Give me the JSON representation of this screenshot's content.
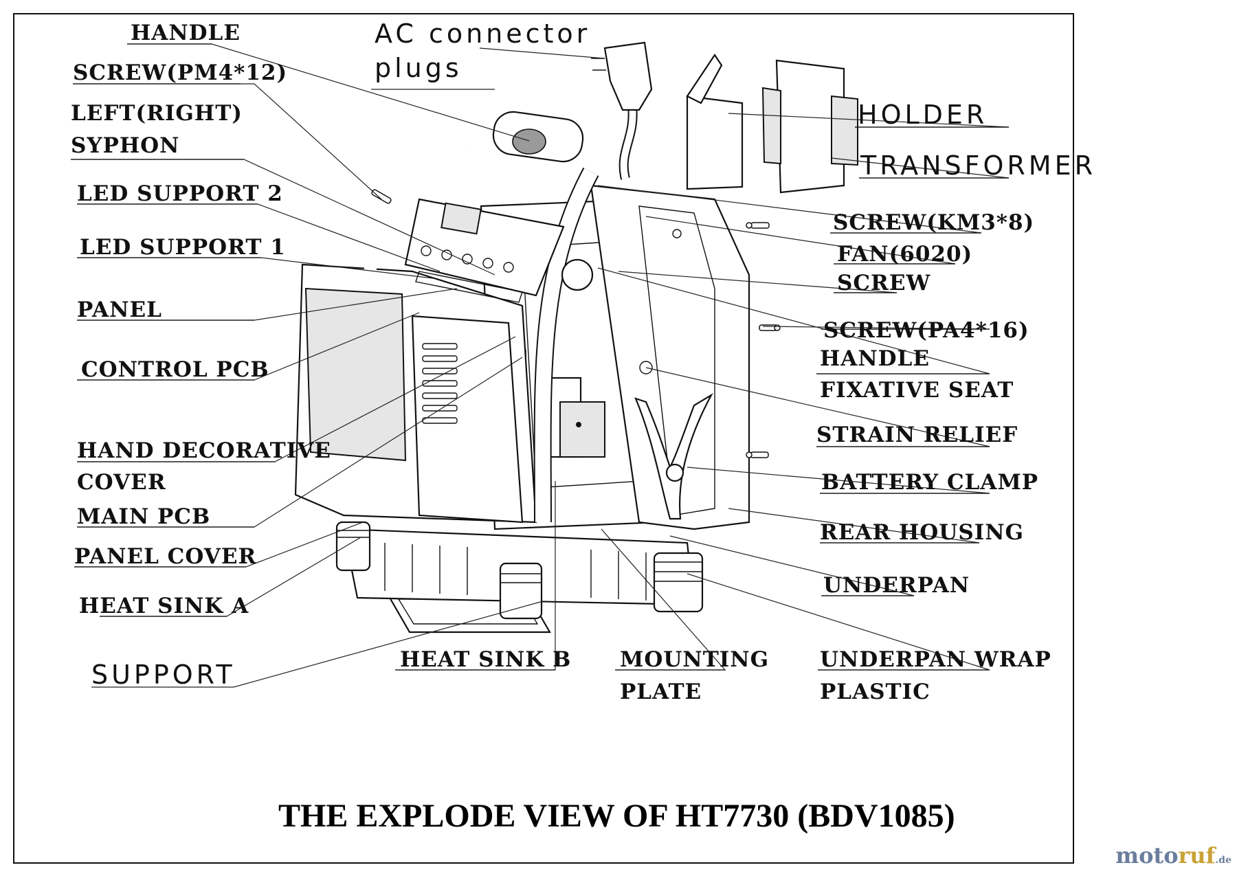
{
  "title": "THE EXPLODE VIEW OF HT7730 (BDV1085)",
  "labels": {
    "handle_top": "HANDLE",
    "screw_pm4": "SCREW(PM4*12)",
    "left_right": "LEFT(RIGHT)",
    "syphon": "SYPHON",
    "led_support_2": "LED SUPPORT 2",
    "led_support_1": "LED SUPPORT 1",
    "panel": "PANEL",
    "control_pcb": "CONTROL PCB",
    "hand_decorative": "HAND DECORATIVE",
    "cover": "COVER",
    "main_pcb": "MAIN PCB",
    "panel_cover": "PANEL COVER",
    "heat_sink_a": "HEAT SINK A",
    "support": "SUPPORT",
    "heat_sink_b": "HEAT SINK B",
    "mounting": "MOUNTING",
    "plate": "PLATE",
    "ac_connector": "AC connector",
    "plugs": "plugs",
    "holder": "HOLDER",
    "transformer": "TRANSFORMER",
    "screw_km3": "SCREW(KM3*8)",
    "fan": "FAN(6020)",
    "screw": "SCREW",
    "screw_pa4": "SCREW(PA4*16)",
    "handle_right": "HANDLE",
    "fixative_seat": "FIXATIVE SEAT",
    "strain_relief": "STRAIN RELIEF",
    "battery_clamp": "BATTERY CLAMP",
    "rear_housing": "REAR HOUSING",
    "underpan": "UNDERPAN",
    "underpan_wrap": "UNDERPAN WRAP",
    "plastic": "PLASTIC"
  },
  "watermark": {
    "brand_a": "moto",
    "brand_b": "ruf",
    "tld": ".de"
  }
}
